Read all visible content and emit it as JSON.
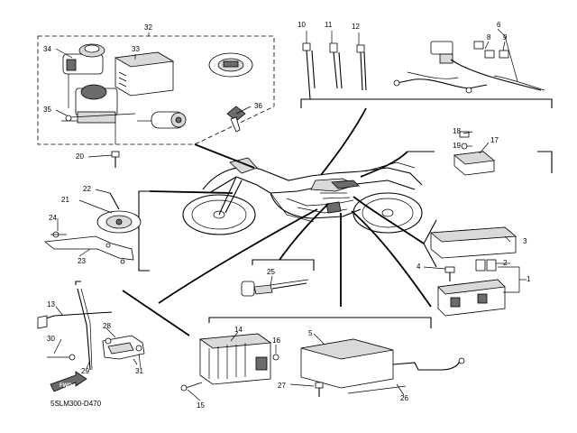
{
  "callouts": {
    "n1": "1",
    "n2": "2",
    "n3": "3",
    "n4": "4",
    "n5": "5",
    "n6": "6",
    "n8": "8",
    "n9": "9",
    "n10": "10",
    "n11": "11",
    "n12": "12",
    "n13": "13",
    "n14": "14",
    "n15": "15",
    "n16": "16",
    "n17": "17",
    "n18": "18",
    "n19": "19",
    "n20": "20",
    "n21": "21",
    "n22": "22",
    "n23": "23",
    "n24": "24",
    "n25": "25",
    "n26": "26",
    "n27": "27",
    "n28": "28",
    "n29": "29",
    "n30": "30",
    "n31": "31",
    "n32": "32",
    "n33": "33",
    "n34": "34",
    "n35": "35",
    "n36": "36"
  },
  "fwd_label": "FWD",
  "drawing_code": "5SLM300-D470"
}
